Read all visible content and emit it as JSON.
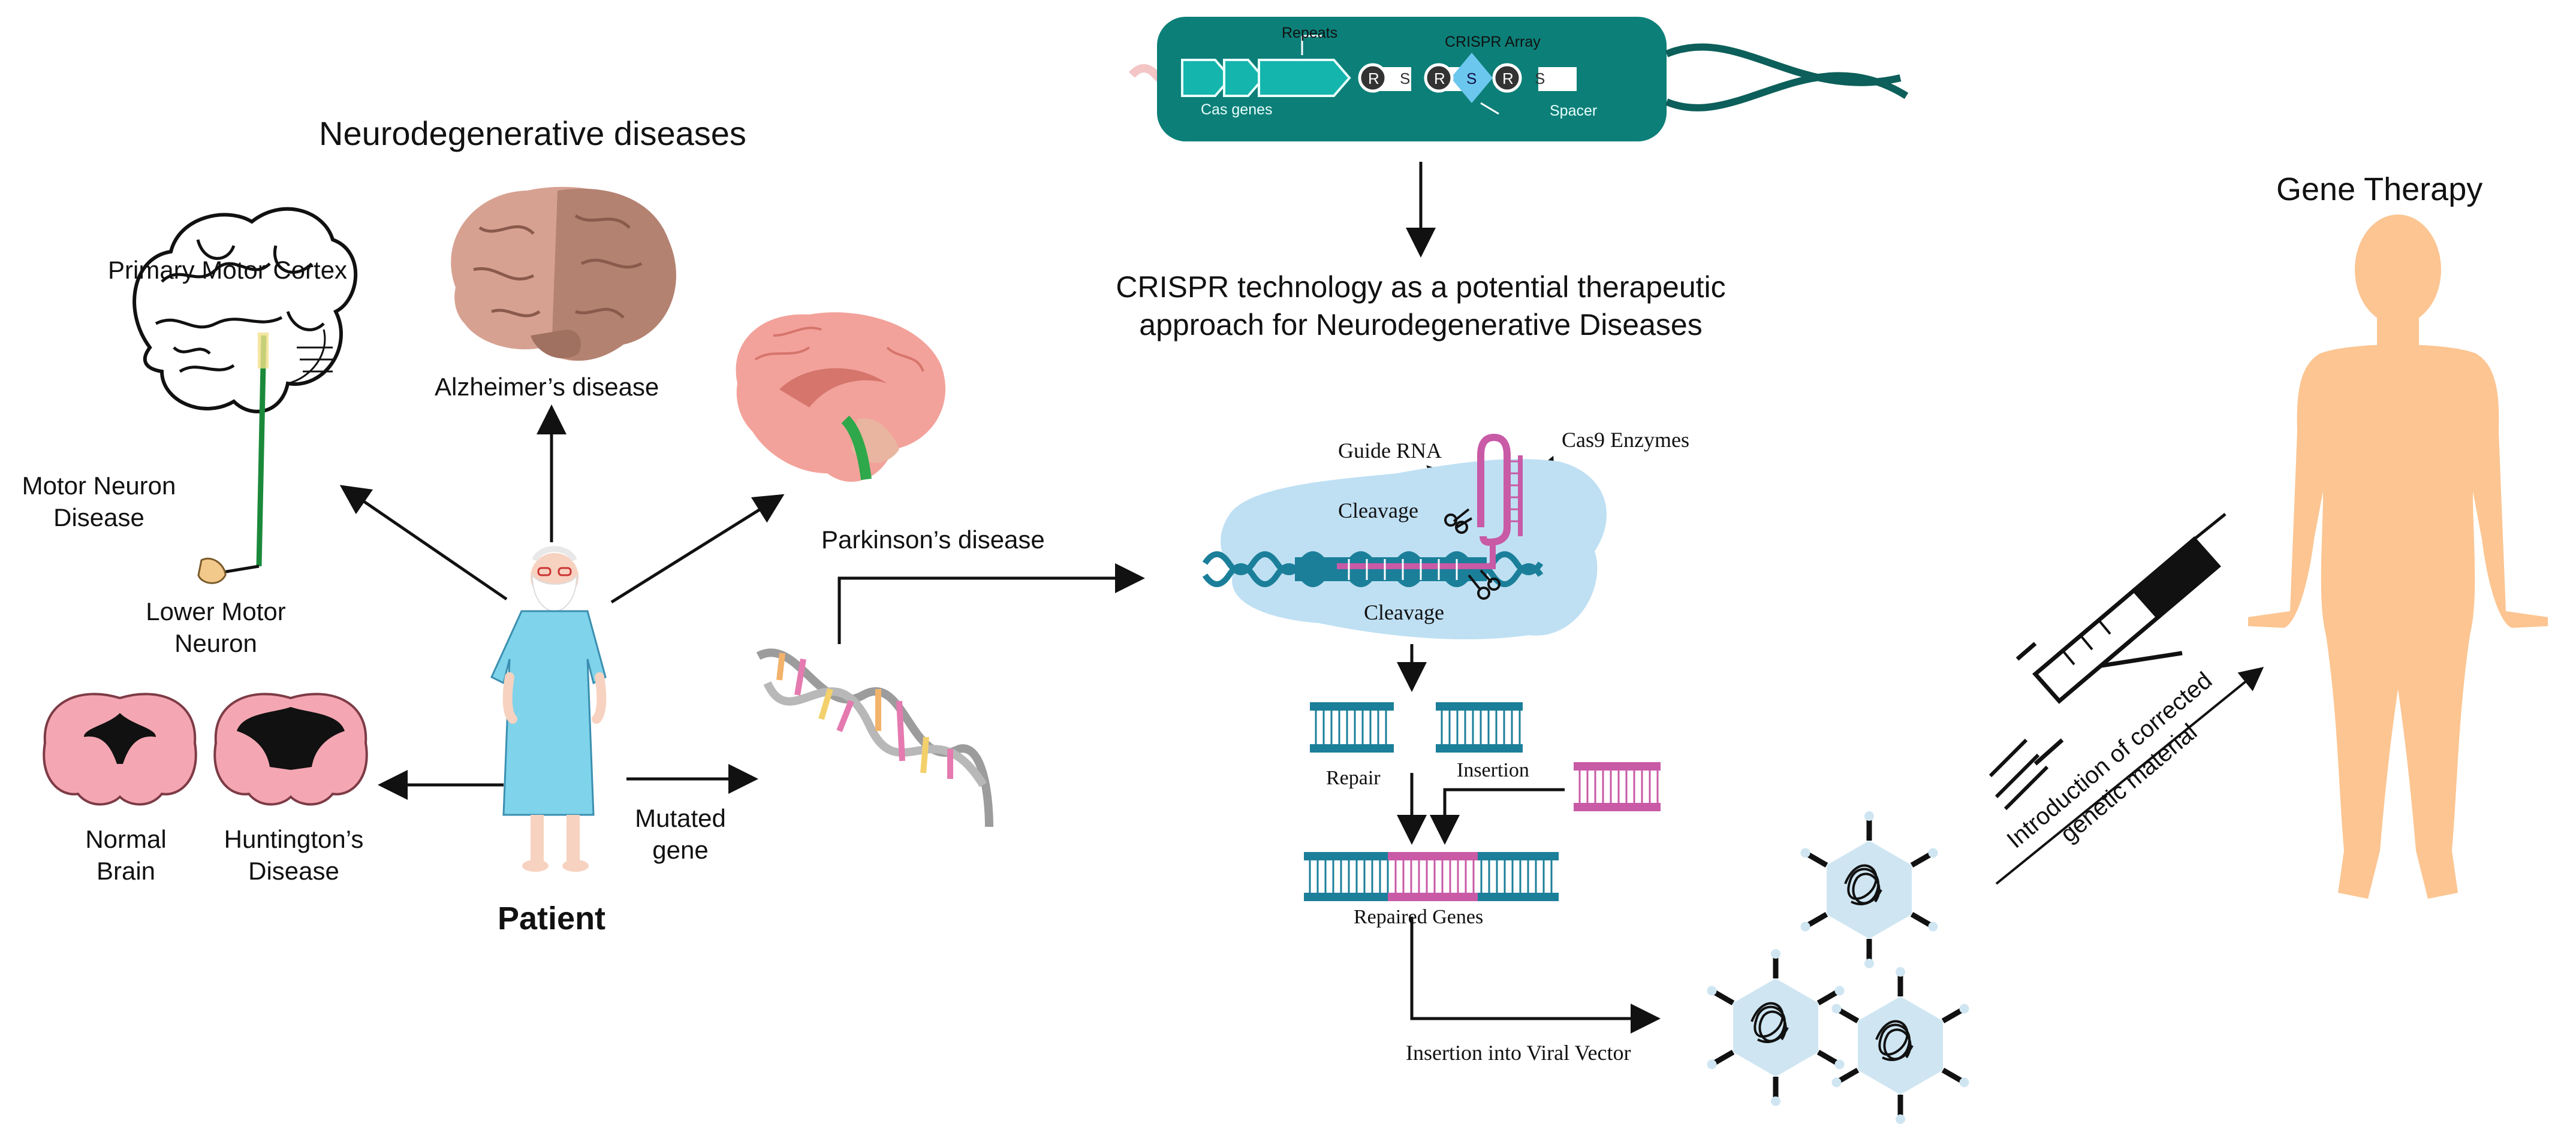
{
  "titles": {
    "neurodegenerative": "Neurodegenerative diseases",
    "crispr_line1": "CRISPR technology as a potential therapeutic",
    "crispr_line2": "approach for Neurodegenerative Diseases",
    "gene_therapy": "Gene Therapy"
  },
  "diseases": {
    "primary_motor_cortex": "Primary Motor Cortex",
    "alzheimers": "Alzheimer’s disease",
    "parkinsons": "Parkinson’s disease",
    "motor_neuron_line1": "Motor Neuron",
    "motor_neuron_line2": "Disease",
    "lower_motor_line1": "Lower Motor",
    "lower_motor_line2": "Neuron",
    "normal_line1": "Normal",
    "normal_line2": "Brain",
    "huntington_line1": "Huntington’s",
    "huntington_line2": "Disease"
  },
  "patient": {
    "label": "Patient",
    "mutated_line1": "Mutated",
    "mutated_line2": "gene"
  },
  "crispr_array": {
    "repeats": "Repeats",
    "array": "CRISPR Array",
    "cas_genes": "Cas genes",
    "spacer": "Spacer",
    "r": "R",
    "s": "S"
  },
  "cas9": {
    "guide_rna": "Guide RNA",
    "enzymes": "Cas9 Enzymes",
    "cleavage_top": "Cleavage",
    "cleavage_bottom": "Cleavage"
  },
  "repair": {
    "repair": "Repair",
    "insertion": "Insertion",
    "repaired_genes": "Repaired Genes",
    "viral_vector": "Insertion into Viral Vector"
  },
  "therapy": {
    "line1": "Introduction of corrected",
    "line2": "genetic material"
  },
  "colors": {
    "teal": "#0c7f78",
    "dna_blue": "#1b7f9a",
    "magenta": "#c85aa6",
    "bubble": "#bfe0f3",
    "skin": "#fcc592",
    "brain_pink": "#f2a7ac",
    "gown": "#7fd3ea"
  }
}
